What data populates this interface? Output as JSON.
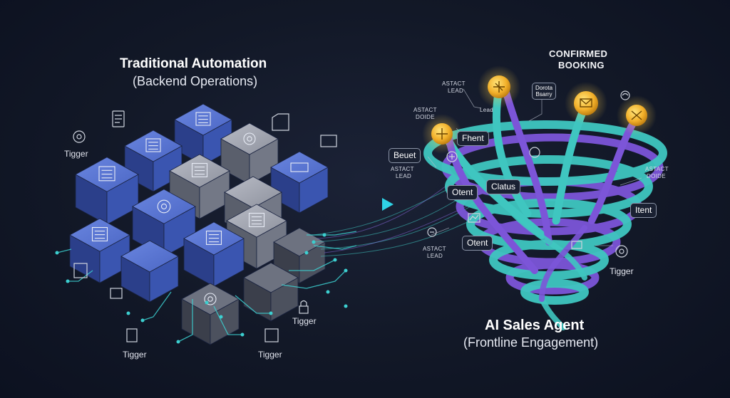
{
  "left": {
    "title": "Traditional Automation",
    "subtitle": "(Backend Operations)",
    "labels": {
      "tigger_top_left": "Tigger",
      "tigger_bottom_left": "Tigger",
      "tigger_bottom_mid": "Tigger",
      "tigger_lock": "Tigger"
    }
  },
  "right": {
    "confirmed_line1": "CONFIRMED",
    "confirmed_line2": "BOOKING",
    "title": "AI Sales Agent",
    "subtitle": "(Frontline Engagement)",
    "labels": {
      "astact_lead_top_l1": "ASTACT",
      "astact_lead_top_l2": "LEAD",
      "astact_doide_l1": "ASTACT",
      "astact_doide_l2": "DOIDE",
      "lead": "Lead",
      "astact_lead_left_l1": "ASTACT",
      "astact_lead_left_l2": "LEAD",
      "astact_doide_right_l1": "ASTACT",
      "astact_doide_right_l2": "DOIDE",
      "astact_lead_bottom_l1": "ASTACT",
      "astact_lead_bottom_l2": "LEAD",
      "tigger": "Tigger"
    },
    "tags": {
      "dorota_l1": "Dorota",
      "dorota_l2": "Bsarry",
      "fhent": "Fhent",
      "beuet": "Beuet",
      "otent": "Otent",
      "clatus": "Clatus",
      "itent": "Itent",
      "otent_bottom": "Otent"
    }
  },
  "colors": {
    "background": "#121827",
    "cube_blue": "#3550a6",
    "cube_gray": "#7d8290",
    "teal": "#3fc6c0",
    "purple": "#7c55d8",
    "gold": "#f2b02a",
    "arrow": "#2fd3e6"
  },
  "icons": [
    "gear-icon",
    "document-icon",
    "folder-icon",
    "mail-icon",
    "lock-icon",
    "chart-icon",
    "chat-icon",
    "target-icon"
  ]
}
